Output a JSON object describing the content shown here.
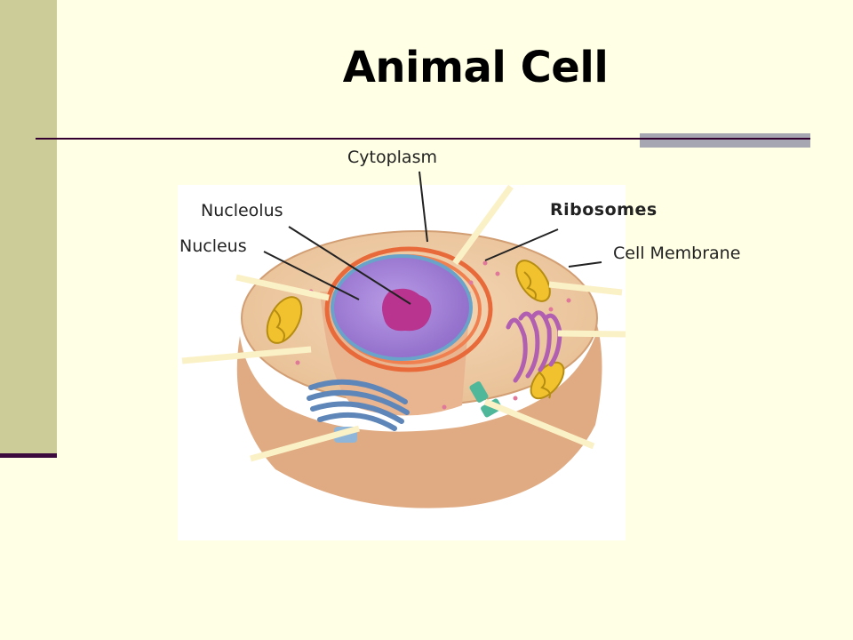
{
  "slide": {
    "title": "Animal Cell"
  },
  "labels": {
    "cytoplasm": "Cytoplasm",
    "nucleolus": "Nucleolus",
    "nucleus": "Nucleus",
    "ribosomes": "Ribosomes",
    "cell_membrane": "Cell Membrane"
  },
  "colors": {
    "background": "#ffffe5",
    "sidebar": "#cccc99",
    "rule": "#33002f",
    "accent": "#a6a6b3"
  }
}
